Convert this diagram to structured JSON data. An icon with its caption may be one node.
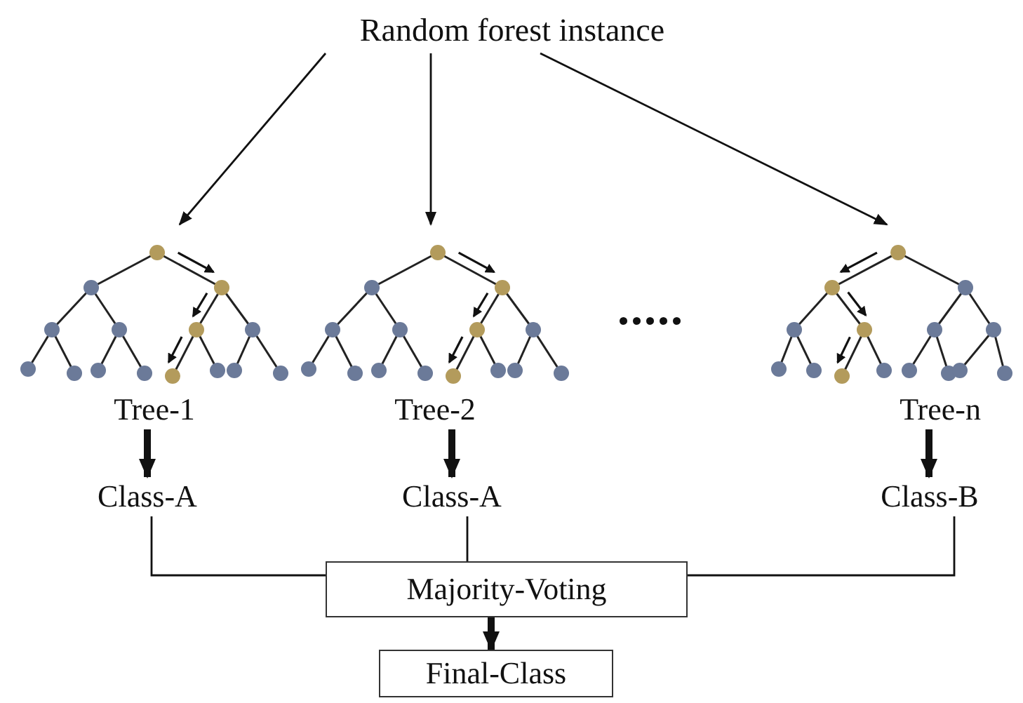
{
  "diagram": {
    "nodes": [
      {
        "text": [
          "Random forest instance"
        ]
      },
      {
        "text": [
          "Tree-1"
        ]
      },
      {
        "text": [
          "Tree-2"
        ]
      },
      {
        "text": [
          "Tree-n"
        ]
      },
      {
        "text": [
          "Class-A"
        ]
      },
      {
        "text": [
          "Class-A"
        ]
      },
      {
        "text": [
          "Class-B"
        ]
      },
      {
        "text": [
          "Majority-Voting"
        ]
      },
      {
        "text": [
          "Final-Class"
        ]
      }
    ],
    "edges": [
      {
        "from": 0,
        "to": 1,
        "arrow": "to"
      },
      {
        "from": 0,
        "to": 2,
        "arrow": "to"
      },
      {
        "from": 0,
        "to": 3,
        "arrow": "to"
      },
      {
        "from": 1,
        "to": 4,
        "arrow": "to",
        "style": "thick"
      },
      {
        "from": 2,
        "to": 5,
        "arrow": "to",
        "style": "thick"
      },
      {
        "from": 3,
        "to": 6,
        "arrow": "to",
        "style": "thick"
      },
      {
        "from": 4,
        "to": 7,
        "arrow": "none"
      },
      {
        "from": 5,
        "to": 7,
        "arrow": "none"
      },
      {
        "from": 6,
        "to": 7,
        "arrow": "none"
      },
      {
        "from": 7,
        "to": 8,
        "arrow": "to",
        "style": "thick"
      }
    ],
    "labels": [
      "....."
    ]
  }
}
